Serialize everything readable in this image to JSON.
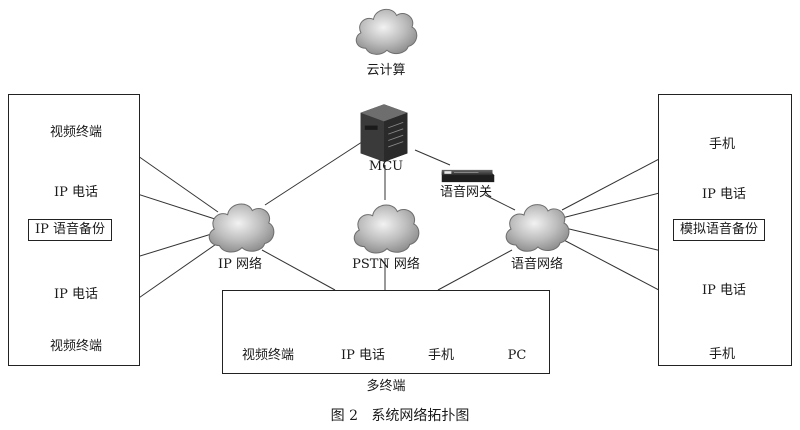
{
  "nodes": {
    "cloud_compute": "云计算",
    "mcu": "MCU",
    "voice_gateway": "语音网关",
    "ip_network": "IP 网络",
    "pstn_network": "PSTN 网络",
    "voice_network": "语音网络"
  },
  "left_group": {
    "video_terminal_top": "视频终端",
    "ip_phone_top": "IP 电话",
    "backup_label": "IP 语音备份",
    "ip_phone_bottom": "IP 电话",
    "video_terminal_bottom": "视频终端"
  },
  "right_group": {
    "mobile_top": "手机",
    "ip_phone_top": "IP 电话",
    "backup_label": "模拟语音备份",
    "ip_phone_bottom": "IP 电话",
    "mobile_bottom": "手机"
  },
  "multi_terminal": {
    "video_terminal": "视频终端",
    "ip_phone": "IP 电话",
    "mobile": "手机",
    "pc": "PC",
    "title": "多终端"
  },
  "caption": "图 2   系统网络拓扑图"
}
